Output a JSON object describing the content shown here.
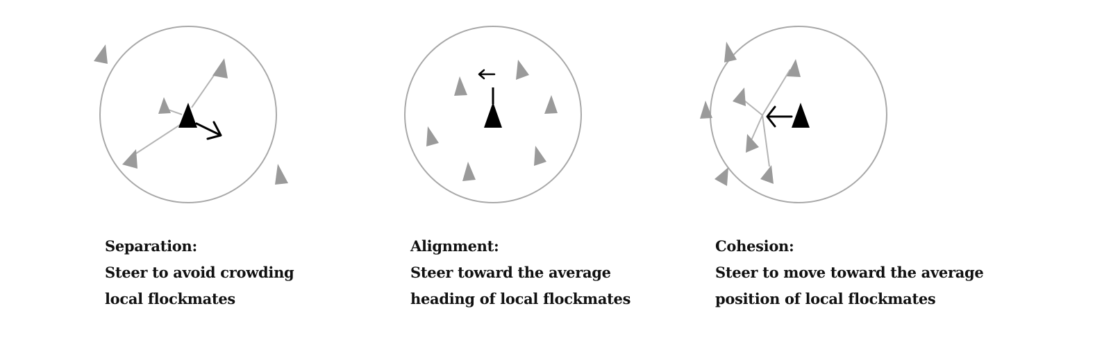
{
  "panels": [
    {
      "title": "Separation:",
      "lines": [
        "Steer to avoid crowding",
        "local flockmates"
      ]
    },
    {
      "title": "Alignment:",
      "lines": [
        "Steer toward the average",
        "heading of local flockmates"
      ]
    },
    {
      "title": "Cohesion:",
      "lines": [
        "Steer to move toward the average",
        "position of local flockmates"
      ]
    }
  ]
}
